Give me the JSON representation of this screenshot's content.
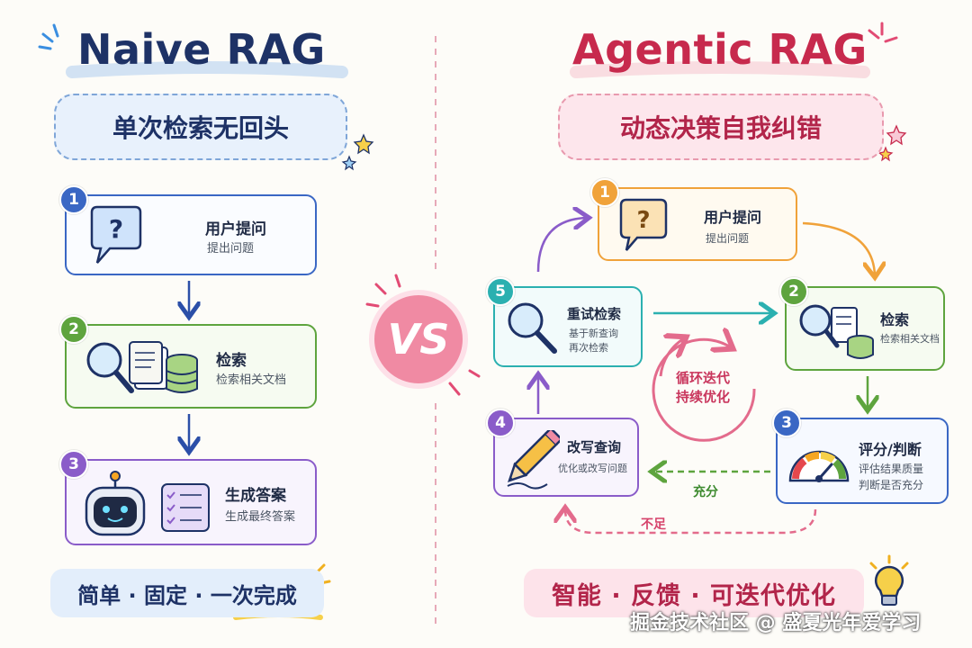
{
  "left": {
    "title": "Naive RAG",
    "subtitle": "单次检索无回头",
    "steps": [
      {
        "num": "1",
        "title": "用户提问",
        "sub": "提出问题"
      },
      {
        "num": "2",
        "title": "检索",
        "sub": "检索相关文档"
      },
      {
        "num": "3",
        "title": "生成答案",
        "sub": "生成最终答案"
      }
    ],
    "footer": "简单 · 固定 · 一次完成"
  },
  "right": {
    "title": "Agentic RAG",
    "subtitle": "动态决策自我纠错",
    "steps": [
      {
        "num": "1",
        "title": "用户提问",
        "sub": "提出问题"
      },
      {
        "num": "2",
        "title": "检索",
        "sub": "检索相关文档"
      },
      {
        "num": "3",
        "title": "评分/判断",
        "sub1": "评估结果质量",
        "sub2": "判断是否充分"
      },
      {
        "num": "4",
        "title": "改写查询",
        "sub": "优化或改写问题"
      },
      {
        "num": "5",
        "title": "重试检索",
        "sub1": "基于新查询",
        "sub2": "再次检索"
      }
    ],
    "loop_line1": "循环迭代",
    "loop_line2": "持续优化",
    "edge_sufficient": "充分",
    "edge_insufficient": "不足",
    "footer": "智能 · 反馈 · 可迭代优化"
  },
  "vs": "VS",
  "watermark": "掘金技术社区 @ 盛夏光年爱学习",
  "colors": {
    "navy": "#1e3266",
    "crimson": "#c72a4d",
    "blue": "#3a67c4",
    "green": "#5ea43e",
    "purple": "#8a5cc9",
    "orange": "#f0a23a",
    "teal": "#2bb0b0"
  }
}
